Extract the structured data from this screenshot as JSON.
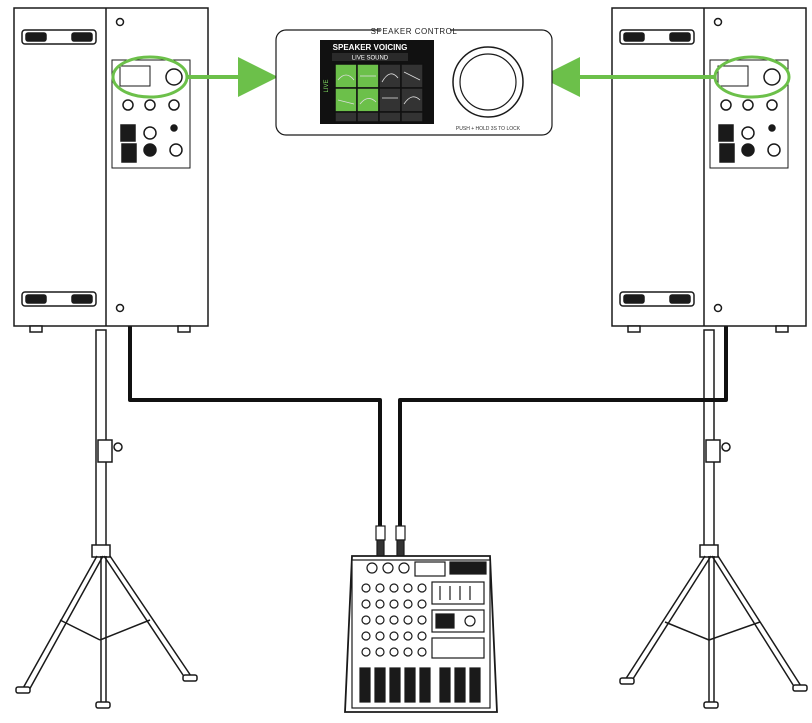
{
  "control_box": {
    "title": "SPEAKER CONTROL",
    "screen_title": "SPEAKER VOICING",
    "screen_subtitle": "LIVE SOUND",
    "screen_side_label": "LIVE",
    "caption": "PUSH + HOLD 3S TO LOCK"
  },
  "colors": {
    "accent": "#6cc04a",
    "screen_bg": "#111111",
    "cable": "#111111",
    "outline": "#1a1a1a"
  },
  "components": [
    "speaker-left",
    "speaker-right",
    "speaker-control-panel",
    "mixer",
    "tripod-stand-left",
    "tripod-stand-right",
    "audio-cable-left",
    "audio-cable-right"
  ]
}
